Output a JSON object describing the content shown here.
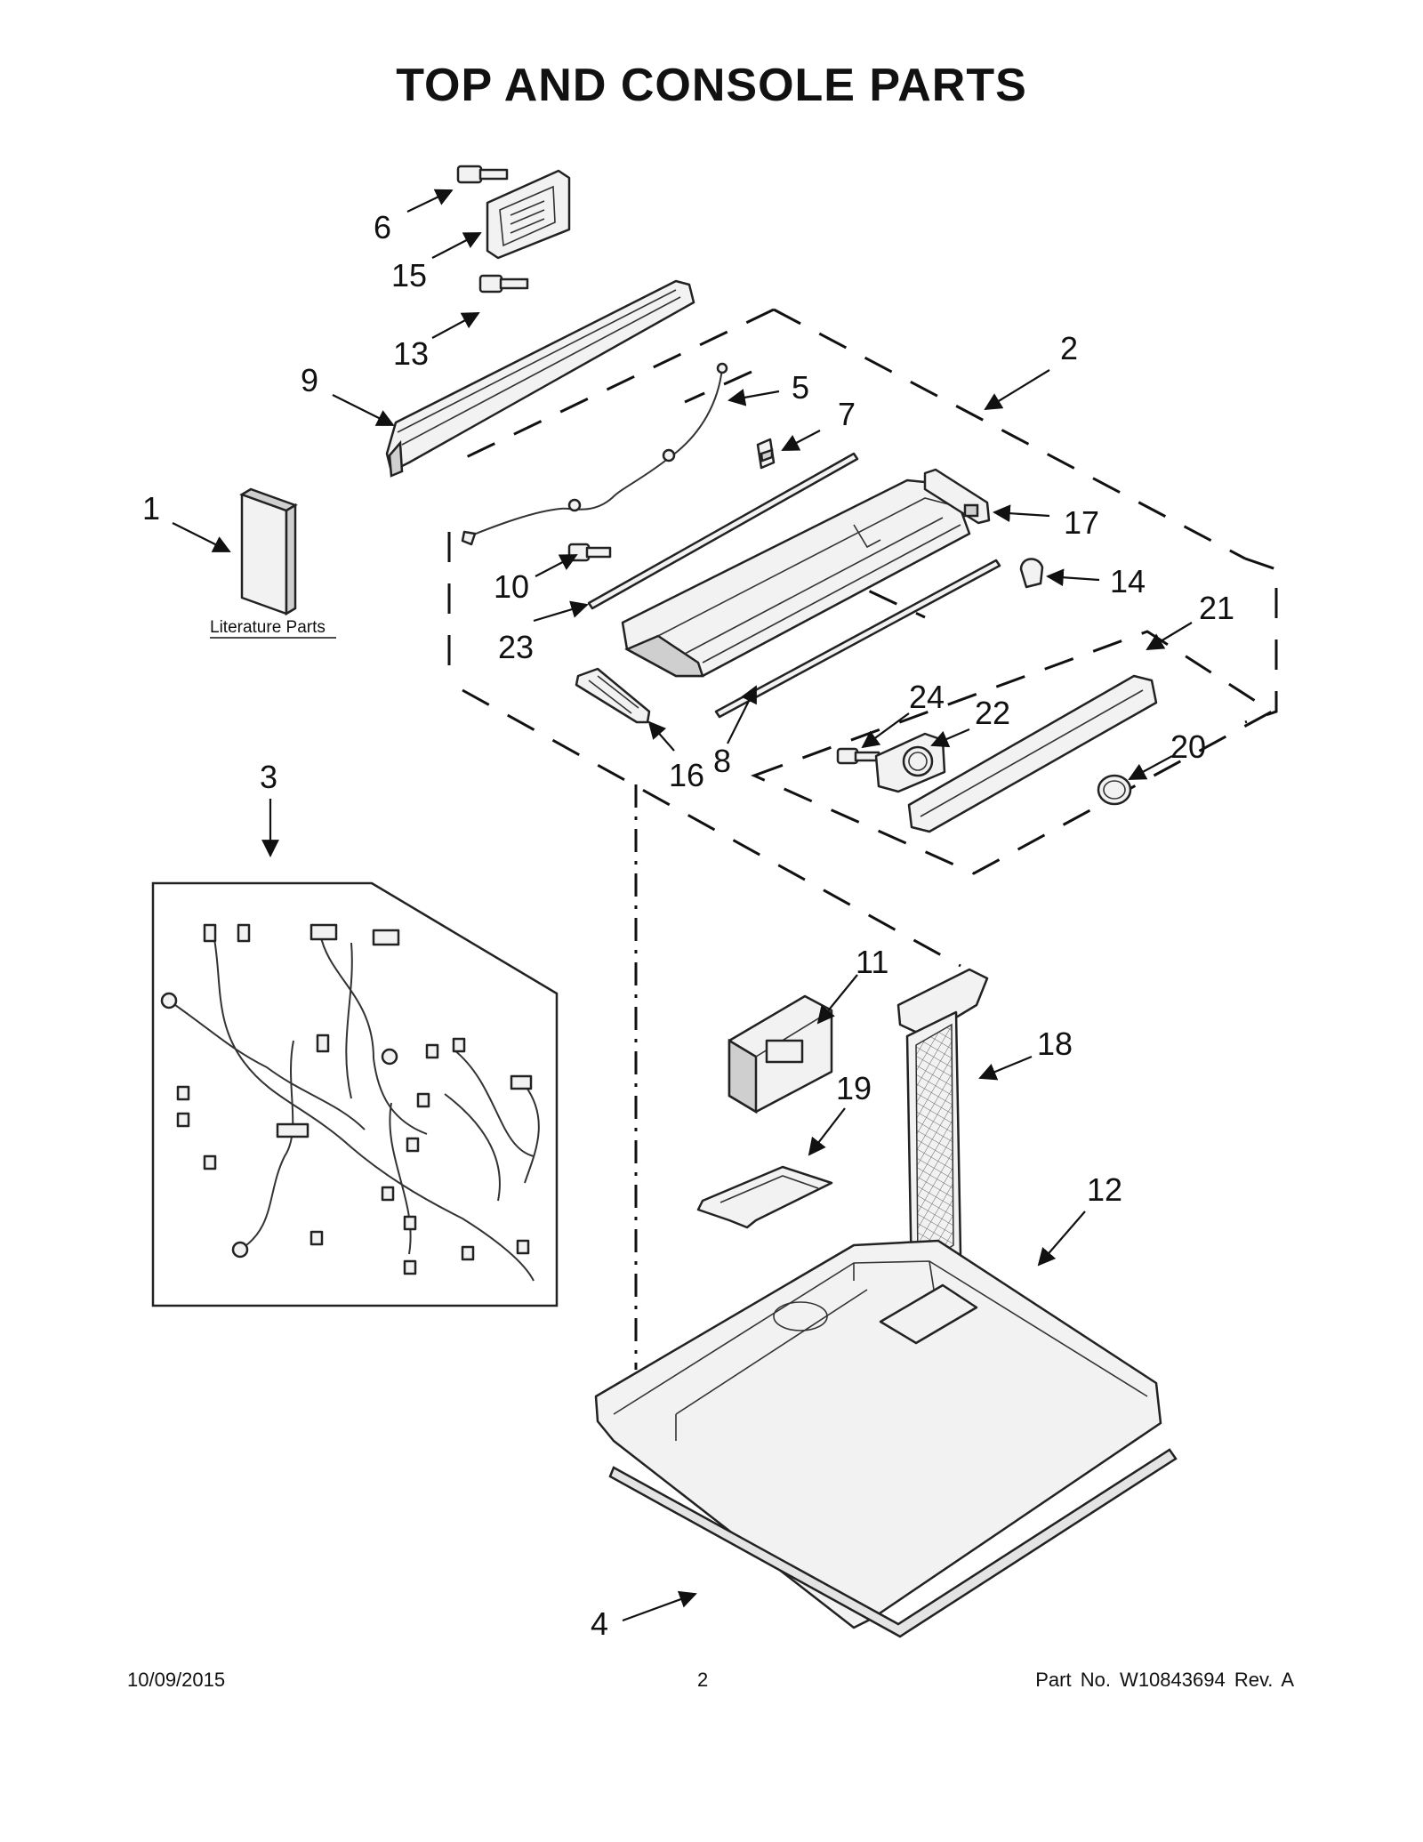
{
  "title": "TOP AND CONSOLE PARTS",
  "callouts": {
    "c1": "1",
    "c2": "2",
    "c3": "3",
    "c4": "4",
    "c5": "5",
    "c6": "6",
    "c7": "7",
    "c8": "8",
    "c9": "9",
    "c10": "10",
    "c11": "11",
    "c12": "12",
    "c13": "13",
    "c14": "14",
    "c15": "15",
    "c16": "16",
    "c17": "17",
    "c18": "18",
    "c19": "19",
    "c20": "20",
    "c21": "21",
    "c22": "22",
    "c23": "23",
    "c24": "24"
  },
  "literature_label": "Literature Parts",
  "footer": {
    "date": "10/09/2015",
    "page": "2",
    "part_no": "Part No.  W10843694  Rev.  A"
  }
}
